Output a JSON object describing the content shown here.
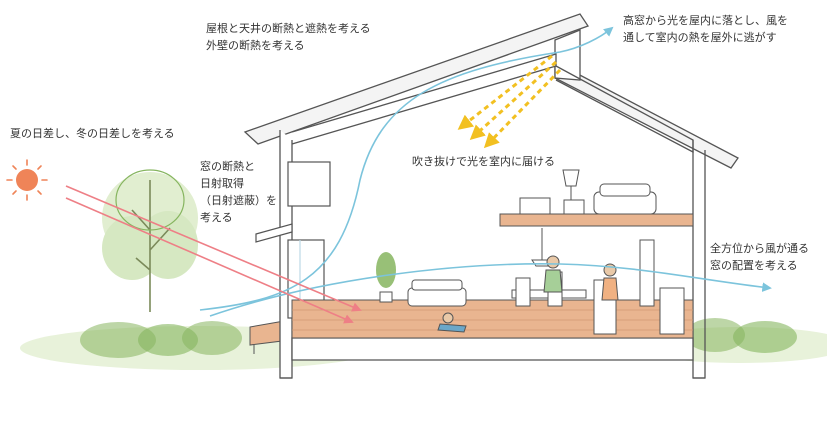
{
  "labels": {
    "roof": [
      "屋根と天井の断熱と遮熱を考える",
      "外壁の断熱を考える"
    ],
    "high_window": [
      "高窓から光を屋内に落とし、風を",
      "通して室内の熱を屋外に逃がす"
    ],
    "summer_winter": [
      "夏の日差し、冬の日差しを考える"
    ],
    "window": [
      "窓の断熱と",
      "日射取得",
      "（日射遮蔽）を",
      "考える"
    ],
    "atrium": [
      "吹き抜けで光を室内に届ける"
    ],
    "wind": [
      "全方位から風が通る",
      "窓の配置を考える"
    ]
  },
  "colors": {
    "wind_arrow": "#7cc4dc",
    "sun_ray": "#ee7f86",
    "skylight_light": "#f2c021",
    "sun": "#ef8458",
    "outline": "#555555",
    "wood_floor": "#e9b590",
    "greenery": "#86b55f"
  },
  "icons": [
    "sun-icon",
    "tree-icon",
    "person-icon",
    "sofa-icon",
    "plant-icon",
    "lamp-icon"
  ]
}
